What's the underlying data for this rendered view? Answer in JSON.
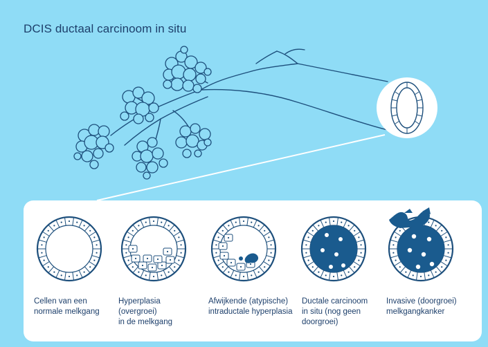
{
  "title": "DCIS ductaal carcinoom in situ",
  "colors": {
    "background": "#8fdcf6",
    "line": "#1d4f7c",
    "tumor": "#1a5b8e",
    "panel": "#ffffff"
  },
  "stages": [
    {
      "id": "normal",
      "caption": "Cellen van een\nnormale melkgang"
    },
    {
      "id": "hyperplasia",
      "caption": "Hyperplasia (overgroei)\nin de melkgang"
    },
    {
      "id": "atypical",
      "caption": "Afwijkende (atypische)\nintraductale hyperplasia"
    },
    {
      "id": "dcis",
      "caption": "Ductale carcinoom\nin situ (nog geen\ndoorgroei)"
    },
    {
      "id": "invasive",
      "caption": "Invasive (doorgroei)\nmelkgangkanker"
    }
  ]
}
